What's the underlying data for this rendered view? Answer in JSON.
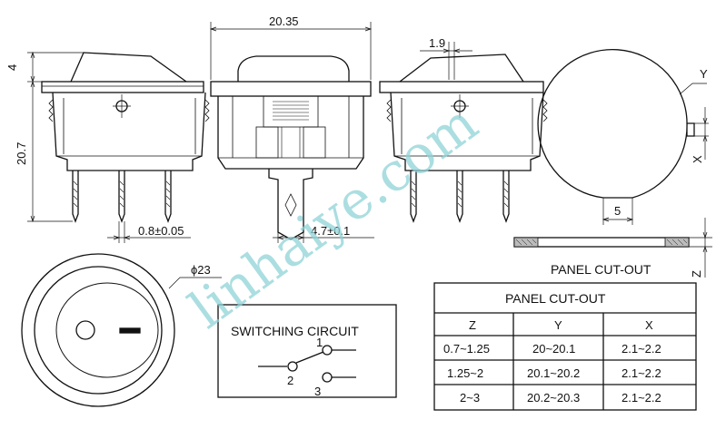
{
  "dimensions": {
    "height_top": "4",
    "height_total": "20.7",
    "width": "20.35",
    "offset": "1.9",
    "pin_width": "0.8±0.05",
    "terminal_width": "4.7±0.1",
    "diameter": "ϕ23"
  },
  "cutout": {
    "label_y": "Y",
    "label_x": "X",
    "label_z": "Z",
    "dim_5": "5",
    "title": "PANEL CUT-OUT"
  },
  "switching": {
    "title": "SWITCHING CIRCUIT",
    "pin1": "1",
    "pin2": "2",
    "pin3": "3"
  },
  "table": {
    "title": "PANEL CUT-OUT",
    "headers": [
      "Z",
      "Y",
      "X"
    ],
    "rows": [
      [
        "0.7~1.25",
        "20~20.1",
        "2.1~2.2"
      ],
      [
        "1.25~2",
        "20.1~20.2",
        "2.1~2.2"
      ],
      [
        "2~3",
        "20.2~20.3",
        "2.1~2.2"
      ]
    ]
  },
  "watermark": "linhaiye.com"
}
